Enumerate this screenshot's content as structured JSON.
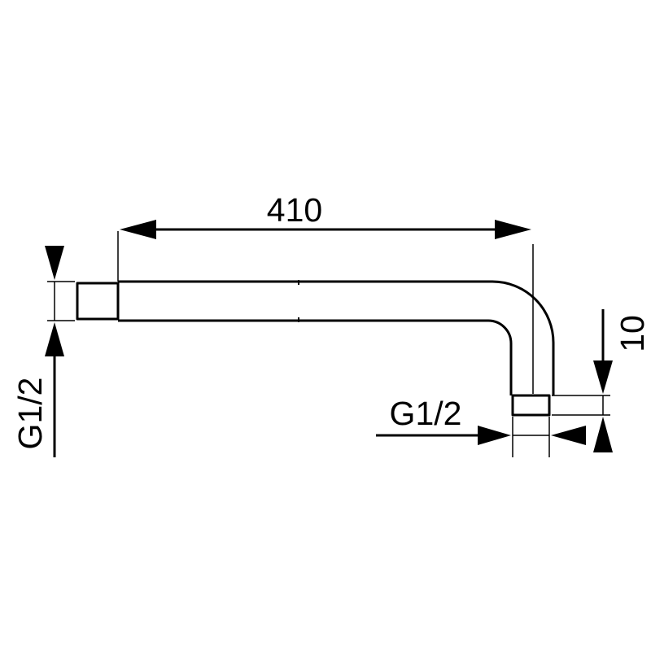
{
  "dimensions": {
    "length": "410",
    "inlet_thread": "G1/2",
    "outlet_thread": "G1/2",
    "outlet_height": "10"
  },
  "colors": {
    "line": "#000000",
    "background": "#ffffff"
  }
}
